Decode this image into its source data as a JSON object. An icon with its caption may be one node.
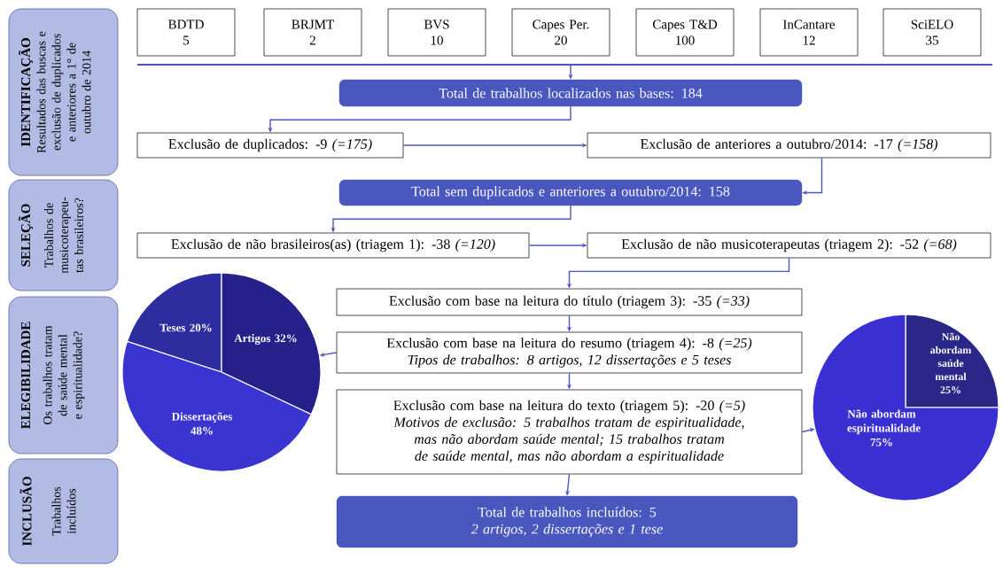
{
  "diagram": {
    "nodes": [
      {
        "text": [
          "IDENTIFICAÇÃO",
          "Resultados das buscas e exclusão de duplicados e anteriores a 1° de outubro de 2014"
        ]
      },
      {
        "text": [
          "SELEÇÃO",
          "Trabalhos de musicoterapeu-tas brasileiros?"
        ]
      },
      {
        "text": [
          "ELEGIBILIDADE",
          "Os trabalhos tratam de saúde mental e espiritualidade?"
        ]
      },
      {
        "text": [
          "INCLUSÃO",
          "Trabalhos incluídos"
        ]
      },
      {
        "text": [
          "BDTD",
          "5"
        ]
      },
      {
        "text": [
          "BRJMT",
          "2"
        ]
      },
      {
        "text": [
          "BVS",
          "10"
        ]
      },
      {
        "text": [
          "Capes Per.",
          "20"
        ]
      },
      {
        "text": [
          "Capes T&D",
          "100"
        ]
      },
      {
        "text": [
          "InCantare",
          "12"
        ]
      },
      {
        "text": [
          "SciELO",
          "35"
        ]
      },
      {
        "text": [
          "Total de trabalhos localizados nas bases: 184"
        ]
      },
      {
        "text": [
          "Exclusão de duplicados: -9 *(=175)*"
        ]
      },
      {
        "text": [
          "Exclusão de anteriores a outubro/2014: -17 *(=158)*"
        ]
      },
      {
        "text": [
          "Total sem duplicados e anteriores a outubro/2014: 158"
        ]
      },
      {
        "text": [
          "Exclusão de não brasileiros(as) (triagem 1): -38 *(=120)*"
        ]
      },
      {
        "text": [
          "Exclusão de não musicoterapeutas (triagem 2): -52 *(=68)*"
        ]
      },
      {
        "text": [
          "Exclusão com base na leitura do título (triagem 3): -35 *(=33)*"
        ]
      },
      {
        "text": [
          "Exclusão com base na leitura do resumo (triagem 4): -8 *(=25)*",
          "Tipos de trabalhos: 8 artigos, 12 dissertações e 5 teses"
        ]
      },
      {
        "text": [
          "Exclusão com base na leitura do texto (triagem 5): -20 *(=5)*",
          "Motivos de exclusão: 5 trabalhos tratam de espiritualidade, mas não abordam saúde mental; 15 trabalhos tratam de saúde mental, mas não abordam a espiritualidade"
        ]
      },
      {
        "text": [
          "Total de trabalhos incluídos: 5",
          "2 artigos, 2 dissertações e 1 tese"
        ]
      },
      {
        "text": [
          "Teses 20%",
          "Artigos 32%",
          "Dissertações 48%"
        ]
      },
      {
        "text": [
          "Não abordam saúde mental 25%",
          "Não abordam espiritualidade 75%"
        ]
      },
      {
        "text": [],
        "shape": "bar"
      }
    ],
    "edges": [
      {
        "from": 23,
        "to": 11,
        "arrow": "to"
      },
      {
        "from": 11,
        "to": 12,
        "arrow": "to"
      },
      {
        "from": 12,
        "to": 13,
        "arrow": "to"
      },
      {
        "from": 13,
        "to": 14,
        "arrow": "to"
      },
      {
        "from": 14,
        "to": 15,
        "arrow": "to"
      },
      {
        "from": 15,
        "to": 16,
        "arrow": "to"
      },
      {
        "from": 16,
        "to": 17,
        "arrow": "to"
      },
      {
        "from": 17,
        "to": 18,
        "arrow": "to"
      },
      {
        "from": 18,
        "to": 19,
        "arrow": "to"
      },
      {
        "from": 19,
        "to": 20,
        "arrow": "to"
      },
      {
        "from": 18,
        "to": 21,
        "arrow": "to"
      },
      {
        "from": 19,
        "to": 22,
        "arrow": "to"
      }
    ]
  }
}
